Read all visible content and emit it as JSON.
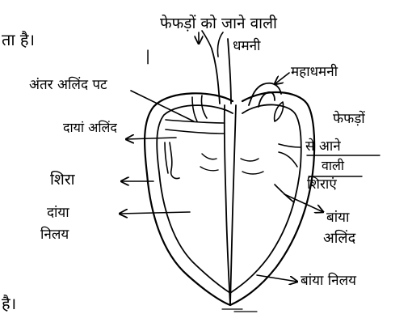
{
  "page_fragments": {
    "top_text": "ता है।",
    "bottom_text": "है।",
    "tick_mark": "|"
  },
  "labels": {
    "pulmonary_artery_line1": "फेफड़ों को जाने वाली",
    "pulmonary_artery_line2": "धमनी",
    "aorta": "महाधमनी",
    "interatrial_septum": "अंतर अलिंद पट",
    "right_atrium": "दायां अलिंद",
    "vena_cava": "शिरा",
    "right_ventricle_line1": "दांया",
    "right_ventricle_line2": "निलय",
    "pulmonary_veins_line1": "फेफड़ों",
    "pulmonary_veins_line2": "से आने",
    "pulmonary_veins_line3": "वाली",
    "pulmonary_veins_line4": "शिराएं",
    "left_atrium_line1": "बांया",
    "left_atrium_line2": "अलिंद",
    "left_ventricle": "बांया निलय"
  },
  "colors": {
    "ink": "#000000",
    "paper": "#ffffff"
  }
}
